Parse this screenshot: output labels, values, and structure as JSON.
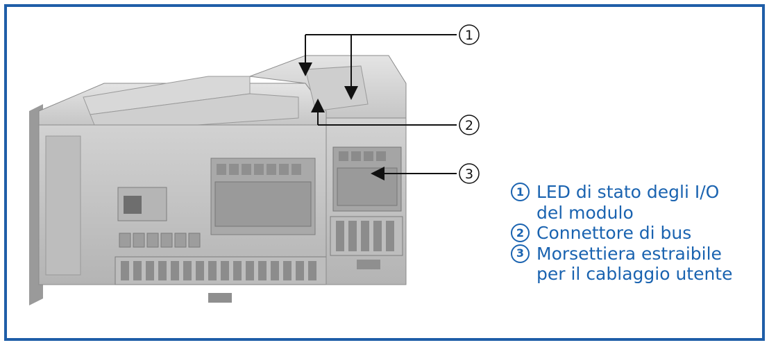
{
  "callouts": [
    {
      "number": "1"
    },
    {
      "number": "2"
    },
    {
      "number": "3"
    }
  ],
  "legend": [
    {
      "number": "1",
      "text": "LED di stato degli I/O del modulo"
    },
    {
      "number": "2",
      "text": "Connettore di bus"
    },
    {
      "number": "3",
      "text": "Morsettiera estraibile per il cablaggio utente"
    }
  ],
  "colors": {
    "frame": "#1f5ea8",
    "legend_text": "#1a63b0",
    "device_body": "#c9c9c9"
  },
  "picture": {
    "subject": "plc-cpu-with-signal-board-photo"
  }
}
